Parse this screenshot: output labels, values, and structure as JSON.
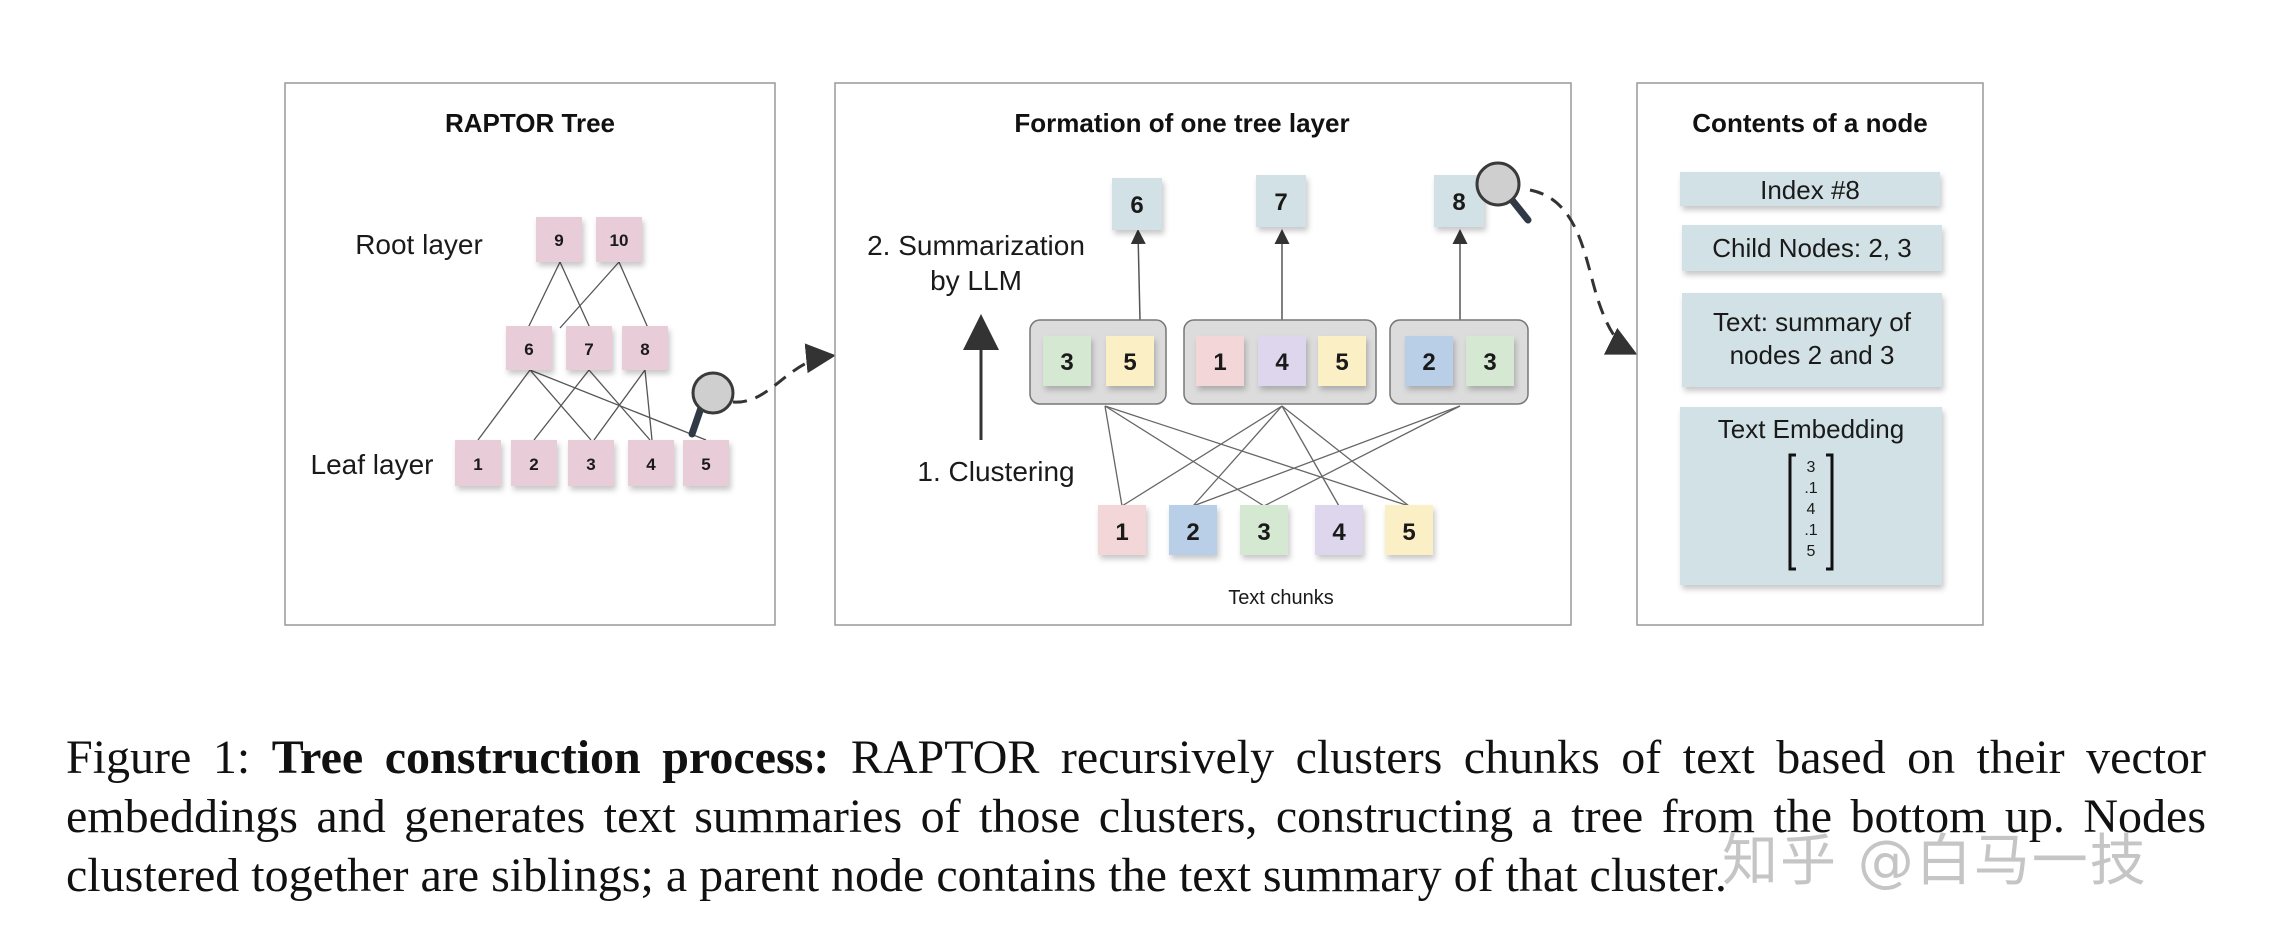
{
  "figure": {
    "left_panel": {
      "title": "RAPTOR Tree",
      "root_label": "Root layer",
      "leaf_label": "Leaf layer",
      "root_nodes": [
        "9",
        "10"
      ],
      "mid_nodes": [
        "6",
        "7",
        "8"
      ],
      "leaf_nodes": [
        "1",
        "2",
        "3",
        "4",
        "5"
      ]
    },
    "middle_panel": {
      "title": "Formation of one tree layer",
      "summarization_line1": "2. Summarization",
      "summarization_line2": "by LLM",
      "clustering_label": "1. Clustering",
      "top_nodes": [
        "6",
        "7",
        "8"
      ],
      "clusters": [
        [
          "3",
          "5"
        ],
        [
          "1",
          "4",
          "5"
        ],
        [
          "2",
          "3"
        ]
      ],
      "chunks": [
        "1",
        "2",
        "3",
        "4",
        "5"
      ],
      "chunks_label": "Text chunks"
    },
    "right_panel": {
      "title": "Contents of a node",
      "index": "Index #8",
      "child_nodes": "Child Nodes: 2, 3",
      "text_line1": "Text:  summary of",
      "text_line2": "nodes 2 and 3",
      "embedding_title": "Text Embedding",
      "embedding_values": [
        "3",
        ".1",
        "4",
        ".1",
        "5"
      ]
    },
    "colors": {
      "pink": "#e8cdd9",
      "chunk1": "#f3d6d8",
      "chunk2": "#b9cfe8",
      "chunk3": "#d5e8d2",
      "chunk4": "#ddd6ec",
      "chunk5": "#fbefc6",
      "summary": "#d2e1e6",
      "cluster_bg": "#dcdcdc"
    }
  },
  "caption": {
    "label": "Figure 1:",
    "bold": "Tree construction process:",
    "text": "RAPTOR recursively clusters chunks of text based on their vector embeddings and generates text summaries of those clusters, constructing a tree from the bottom up. Nodes clustered together are siblings; a parent node contains the text summary of that cluster."
  },
  "watermark": "知乎 @白马一技"
}
